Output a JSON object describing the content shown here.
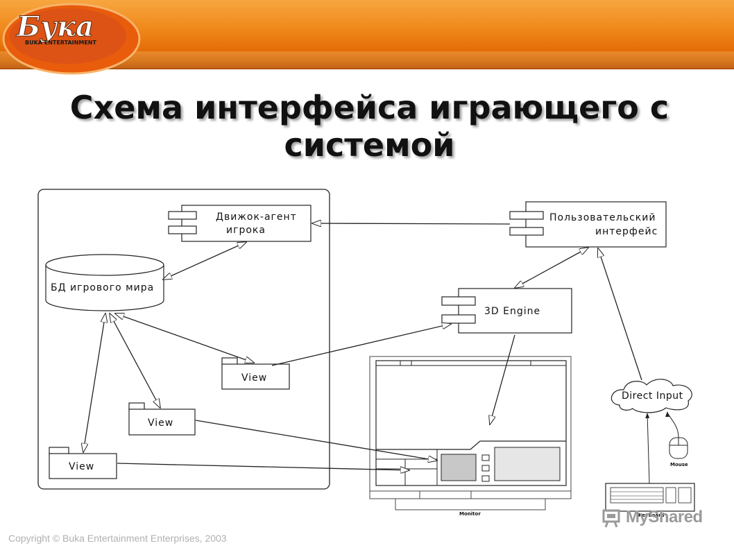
{
  "header": {
    "logo_text": "Бука",
    "logo_subtext": "BUKA ENTERTAINMENT"
  },
  "title": {
    "line1": "Схема интерфейса играющего с",
    "line2": "системой"
  },
  "diagram": {
    "player_agent": {
      "line1": "Движок-агент",
      "line2": "игрока"
    },
    "world_db": "БД игрового мира",
    "user_interface": {
      "line1": "Пользовательский",
      "line2": "интерфейс"
    },
    "engine_3d": "3D Engine",
    "view_1": "View",
    "view_2": "View",
    "view_3": "View",
    "direct_input": "Direct Input",
    "monitor_label": "Monitor",
    "mouse_label": "Mouse",
    "keyboard_label": "Keyboard"
  },
  "footer": {
    "copyright": "Copyright © Buka Entertainment Enterprises, 2003",
    "watermark": "MyShared"
  }
}
